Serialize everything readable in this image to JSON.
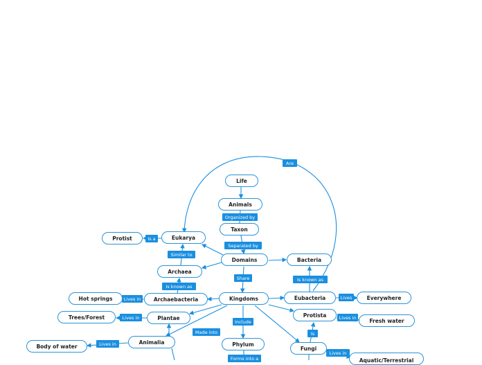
{
  "nodes": {
    "life": "Life",
    "animals": "Animals",
    "taxon": "Taxon",
    "domains": "Domains",
    "eukarya": "Eukarya",
    "protist": "Protist",
    "archaea": "Archaea",
    "bacteria": "Bacteria",
    "kingdoms": "Kingdoms",
    "archaebacteria": "Archaebacteria",
    "hot_springs": "Hot springs",
    "eubacteria": "Eubacteria",
    "everywhere": "Everywhere",
    "protista": "Protista",
    "fresh_water": "Fresh water",
    "plantae": "Plantae",
    "trees_forest": "Trees/Forest",
    "animalia": "Animalia",
    "body_of_water": "Body of water",
    "phylum": "Phylum",
    "fungi": "Fungi",
    "aquatic_terrestrial": "Aquatic/Terrestrial"
  },
  "links": {
    "are": "Are",
    "organized_by": "Organized by",
    "separated_by": "Separated by",
    "is_a": "Is a",
    "similar_to": "Similar to",
    "is_known_as_1": "Is known as",
    "is_known_as_2": "Is known as",
    "share": "Share",
    "lives_in_1": "Lives in",
    "lives_1": "Lives",
    "lives_in_2": "Lives in",
    "lives_in_3": "Lives in",
    "lives_in_4": "Lives in",
    "lives_in_5": "Lives in",
    "include": "Include",
    "made_into": "Made into",
    "is": "Is",
    "forms_into_a": "Forms into a"
  }
}
